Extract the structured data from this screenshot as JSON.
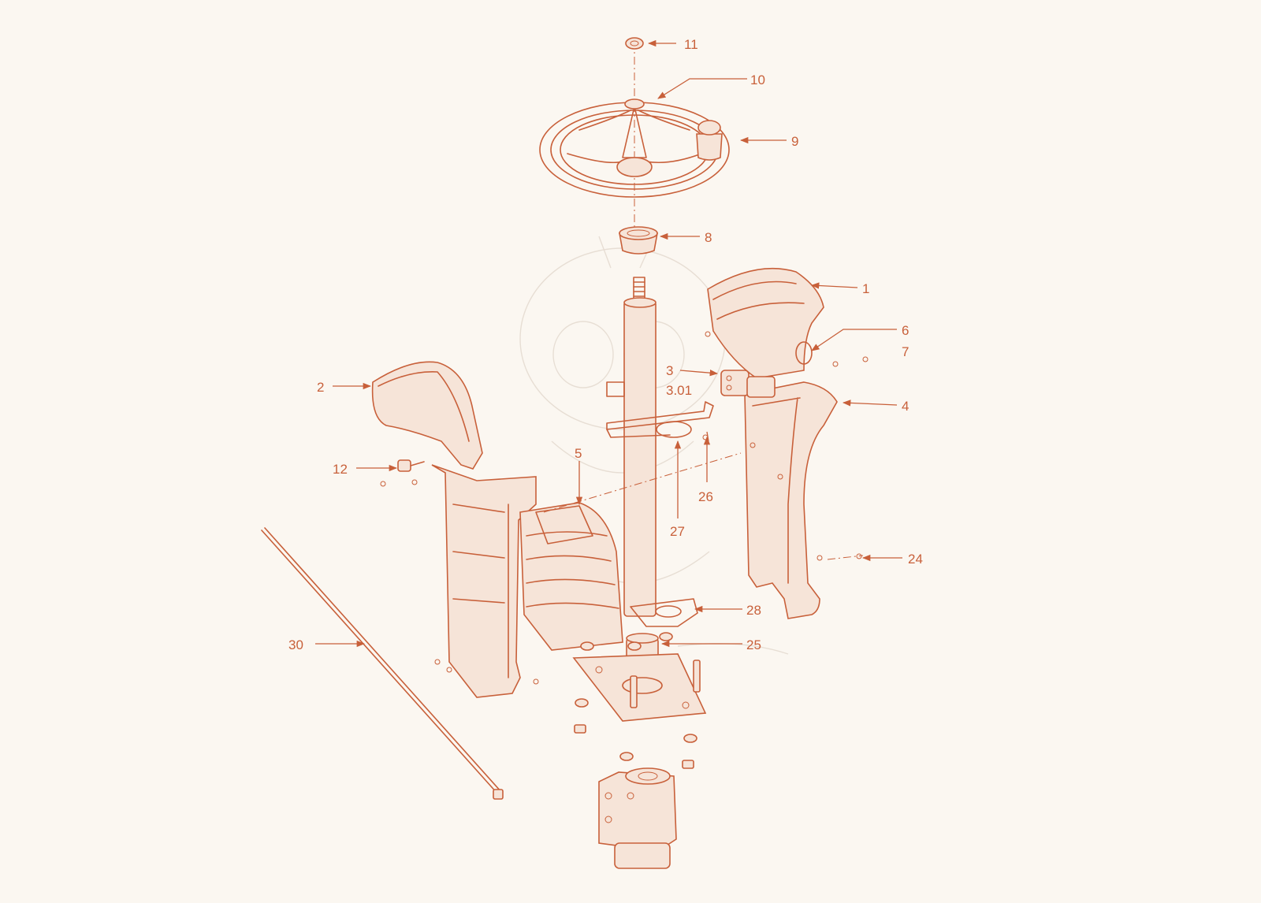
{
  "diagram": {
    "line_color": "#c8603a",
    "background": "#fbf7f1",
    "callouts": [
      {
        "id": "11",
        "label": "11"
      },
      {
        "id": "10",
        "label": "10"
      },
      {
        "id": "9",
        "label": "9"
      },
      {
        "id": "8",
        "label": "8"
      },
      {
        "id": "1",
        "label": "1"
      },
      {
        "id": "6",
        "label": "6"
      },
      {
        "id": "7",
        "label": "7"
      },
      {
        "id": "3",
        "label": "3"
      },
      {
        "id": "3_01",
        "label": "3.01"
      },
      {
        "id": "4",
        "label": "4"
      },
      {
        "id": "2",
        "label": "2"
      },
      {
        "id": "12",
        "label": "12"
      },
      {
        "id": "5",
        "label": "5"
      },
      {
        "id": "26",
        "label": "26"
      },
      {
        "id": "27",
        "label": "27"
      },
      {
        "id": "24",
        "label": "24"
      },
      {
        "id": "28",
        "label": "28"
      },
      {
        "id": "25",
        "label": "25"
      },
      {
        "id": "30",
        "label": "30"
      }
    ]
  }
}
